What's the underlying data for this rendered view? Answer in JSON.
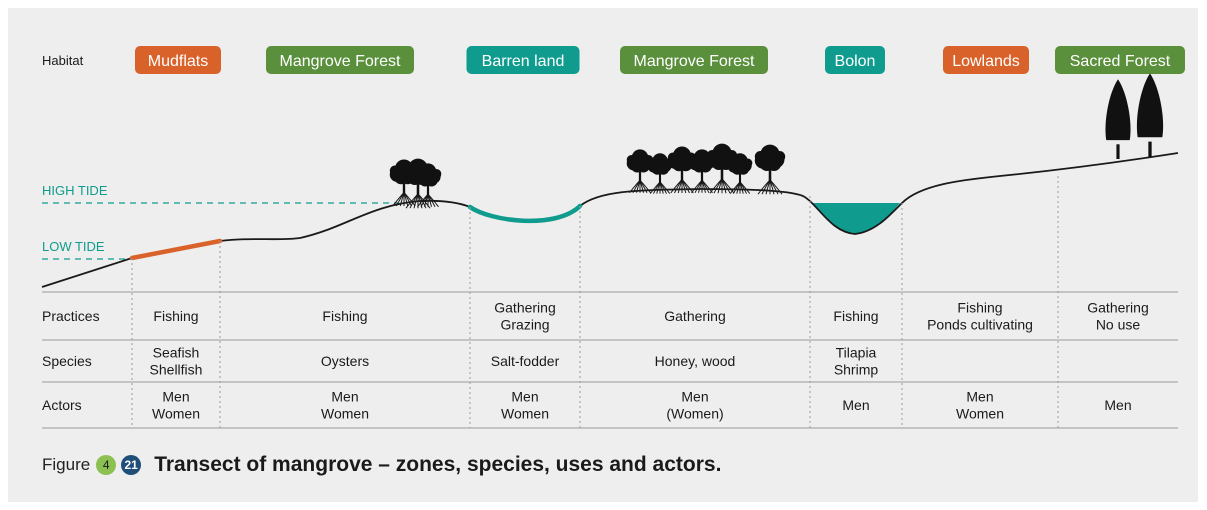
{
  "row_labels": {
    "habitat": "Habitat",
    "practices": "Practices",
    "species": "Species",
    "actors": "Actors"
  },
  "tide_labels": {
    "high": "HIGH TIDE",
    "low": "LOW TIDE"
  },
  "zones": [
    {
      "habitat": "Mudflats",
      "color": "#d9622b",
      "practices": [
        "Fishing"
      ],
      "species": [
        "Seafish",
        "Shellfish"
      ],
      "actors": [
        "Men",
        "Women"
      ]
    },
    {
      "habitat": "Mangrove Forest",
      "color": "#5a8f3c",
      "practices": [
        "Fishing"
      ],
      "species": [
        "Oysters"
      ],
      "actors": [
        "Men",
        "Women"
      ]
    },
    {
      "habitat": "Barren land",
      "color": "#0f9c8e",
      "practices": [
        "Gathering",
        "Grazing"
      ],
      "species": [
        "Salt-fodder"
      ],
      "actors": [
        "Men",
        "Women"
      ]
    },
    {
      "habitat": "Mangrove Forest",
      "color": "#5a8f3c",
      "practices": [
        "Gathering"
      ],
      "species": [
        "Honey, wood"
      ],
      "actors": [
        "Men",
        "(Women)"
      ]
    },
    {
      "habitat": "Bolon",
      "color": "#0f9c8e",
      "practices": [
        "Fishing"
      ],
      "species": [
        "Tilapia",
        "Shrimp"
      ],
      "actors": [
        "Men"
      ]
    },
    {
      "habitat": "Lowlands",
      "color": "#d9622b",
      "practices": [
        "Fishing",
        "Ponds cultivating"
      ],
      "species": [],
      "actors": [
        "Men",
        "Women"
      ]
    },
    {
      "habitat": "Sacred Forest",
      "color": "#5a8f3c",
      "practices": [
        "Gathering",
        "No use"
      ],
      "species": [],
      "actors": [
        "Men"
      ]
    }
  ],
  "colors": {
    "panel_bg": "#eeeeee",
    "teal": "#0f9c8e",
    "orange": "#d9622b",
    "green": "#5a8f3c",
    "chapter_badge": "#8cc152",
    "figure_badge": "#1f4e79"
  },
  "caption": {
    "figure_word": "Figure",
    "chapter_number": "4",
    "figure_number": "21",
    "title": "Transect of mangrove – zones, species, uses and actors."
  }
}
